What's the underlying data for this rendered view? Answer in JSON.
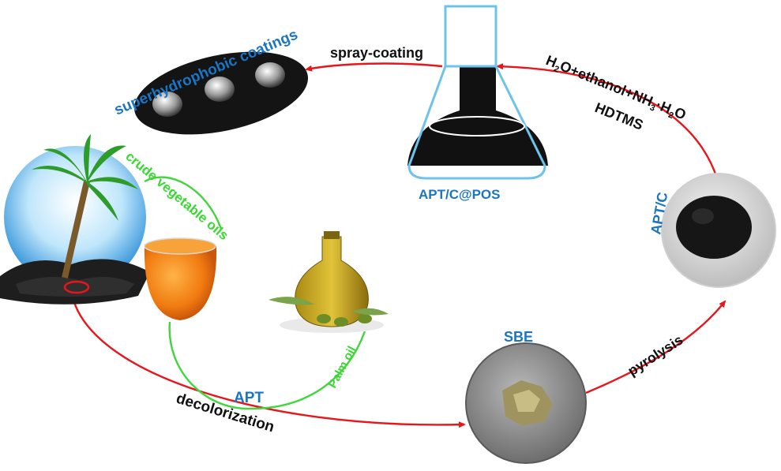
{
  "labels": {
    "superhydrophobic": "superhydrophobic coatings",
    "spray_coating": "spray-coating",
    "apt_c_pos": "APT/C@POS",
    "reagents_h2o": "H",
    "reagents_2": "2",
    "reagents_o_ethanol_nh": "O+ethanol+NH",
    "reagents_3": "3",
    "reagents_dot_h": "·H",
    "reagents_2b": "2",
    "reagents_o": "O",
    "hdtms": "HDTMS",
    "apt_c": "APT/C",
    "crude_vegetable_oils": "crude vegetable oils",
    "palm_oil": "Palm oil",
    "apt": "APT",
    "decolorization": "decolorization",
    "sbe": "SBE",
    "pyrolysis": "pyrolysis"
  },
  "colors": {
    "cycle_arrow": "#e8151b",
    "oil_arc": "#41d63a",
    "blue_text": "#1b75c4",
    "green_text": "#39d932",
    "black_text": "#111111",
    "flask_outline": "#6fc3ea"
  }
}
